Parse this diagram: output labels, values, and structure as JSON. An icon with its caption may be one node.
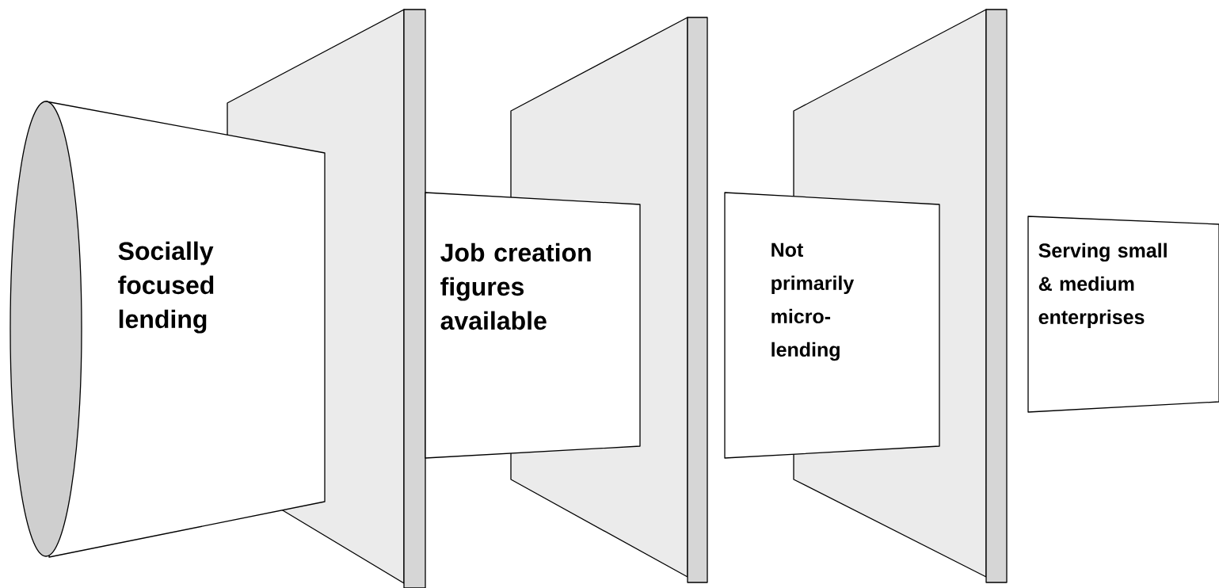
{
  "diagram": {
    "nodes": [
      {
        "text": [
          "Socially focused lending"
        ]
      },
      {
        "text": [
          "Job creation figures available"
        ]
      },
      {
        "text": [
          "Not primarily micro-lending"
        ]
      },
      {
        "text": [
          "Serving small & medium enterprises"
        ]
      }
    ]
  }
}
